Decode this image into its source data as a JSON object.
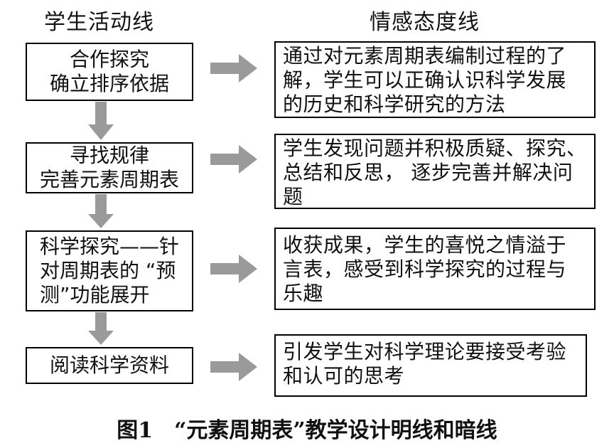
{
  "headers": {
    "left": "学生活动线",
    "right": "情感态度线"
  },
  "steps": [
    {
      "activity": [
        "合作探究",
        "确立排序依据"
      ],
      "emotion": [
        "通过对元素周期表编制过程的了",
        "解，学生可以正确认识科学发展",
        "的历史和科学研究的方法"
      ]
    },
    {
      "activity": [
        "寻找规律",
        "完善元素周期表"
      ],
      "emotion": [
        "学生发现问题并积极质疑、探究、",
        "总结和反思， 逐步完善并解决问",
        "题"
      ]
    },
    {
      "activity": [
        "科学探究——针",
        "对周期表的 “预",
        "测”功能展开"
      ],
      "emotion": [
        "收获成果，学生的喜悦之情溢于",
        "言表，感受到科学探究的过程与",
        "乐趣"
      ]
    },
    {
      "activity": [
        "阅读科学资料"
      ],
      "emotion": [
        "引发学生对科学理论要接受考验",
        "和认可的思考"
      ]
    }
  ],
  "caption": "图1　“元素周期表”教学设计明线和暗线",
  "colors": {
    "arrow": "#9a9a9a",
    "border": "#000000",
    "text": "#111111"
  }
}
